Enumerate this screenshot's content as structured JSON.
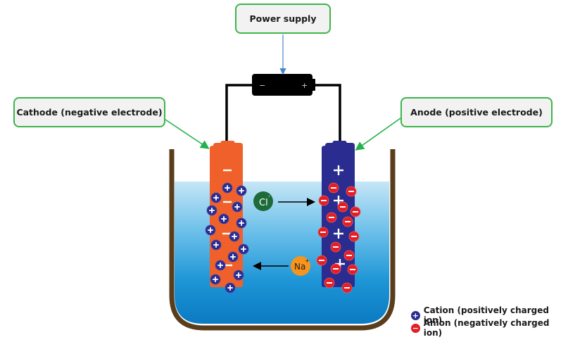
{
  "labels": {
    "power_supply": "Power supply",
    "cathode": "Cathode (negative electrode)",
    "anode": "Anode (positive electrode)"
  },
  "battery": {
    "negative_terminal": "−",
    "positive_terminal": "+"
  },
  "ions": {
    "chloride": {
      "symbol": "Cl",
      "charge": "-",
      "direction": "toward anode"
    },
    "sodium": {
      "symbol": "Na",
      "charge": "+",
      "direction": "toward cathode"
    }
  },
  "electrodes": {
    "cathode": {
      "sign": "−",
      "surface_sign_count": 4,
      "cation_count": 16
    },
    "anode": {
      "sign": "+",
      "surface_sign_count": 4,
      "anion_count": 16
    }
  },
  "legend": {
    "cation": {
      "symbol": "+",
      "label": "Cation (positively charged ion)"
    },
    "anion": {
      "symbol": "−",
      "label": "Anion (negatively charged ion)"
    }
  },
  "colors": {
    "label_border": "#3cb54a",
    "label_bg": "#f2f2f2",
    "pointer_green": "#22b14c",
    "cathode": "#f0602a",
    "anode": "#2b2c8f",
    "cation": "#2b2c8f",
    "anion": "#e31e24",
    "chloride": "#1e6b3a",
    "sodium": "#f7941d",
    "container": "#5a3d1a",
    "battery": "#000000",
    "power_arrow": "#4a86c5"
  }
}
